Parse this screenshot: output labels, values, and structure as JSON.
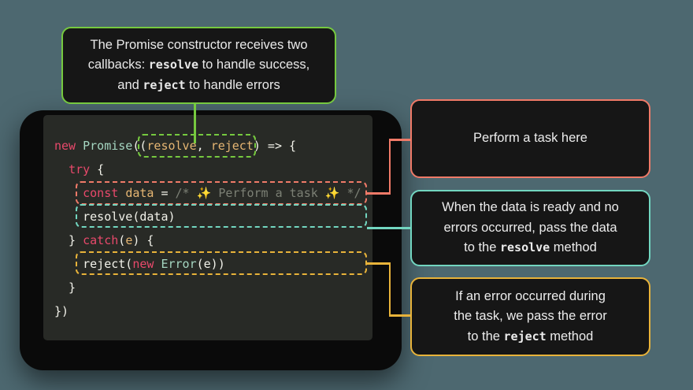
{
  "background_color": "#4d6870",
  "colors": {
    "green": "#76c93f",
    "coral": "#f07a68",
    "teal": "#72d6c0",
    "amber": "#e8b33a",
    "code_bg": "#282a26",
    "window_frame": "#0a0a0a",
    "callout_bg": "#161616"
  },
  "callouts": {
    "top": {
      "line1": "The Promise constructor receives two",
      "line2_a": "callbacks: ",
      "line2_b": "resolve",
      "line2_c": " to handle success,",
      "line3_a": "and ",
      "line3_b": "reject",
      "line3_c": " to handle errors",
      "accent": "#76c93f"
    },
    "task": {
      "line1": "Perform a task here",
      "accent": "#f07a68"
    },
    "resolve": {
      "line1": "When the data is ready and no",
      "line2": "errors occurred, pass the data",
      "line3_a": "to the ",
      "line3_b": "resolve",
      "line3_c": " method",
      "accent": "#72d6c0"
    },
    "reject": {
      "line1": "If an error occurred during",
      "line2": "the task, we pass the error",
      "line3_a": "to the ",
      "line3_b": "reject",
      "line3_c": " method",
      "accent": "#e8b33a"
    }
  },
  "code": {
    "language": "javascript",
    "lines": [
      {
        "n": 1,
        "text": "new Promise((resolve, reject) => {",
        "tokens": [
          {
            "t": "new ",
            "c": "keyword"
          },
          {
            "t": "Promise",
            "c": "class"
          },
          {
            "t": "((",
            "c": "plain"
          },
          {
            "t": "resolve, reject",
            "c": "param"
          },
          {
            "t": ") => {",
            "c": "plain"
          }
        ]
      },
      {
        "n": 2,
        "text": "  try {",
        "tokens": [
          {
            "t": "  ",
            "c": "plain"
          },
          {
            "t": "try",
            "c": "keyword"
          },
          {
            "t": " {",
            "c": "plain"
          }
        ]
      },
      {
        "n": 3,
        "text": "    const data = /* ✨ Perform a task ✨ */",
        "tokens": [
          {
            "t": "    ",
            "c": "plain"
          },
          {
            "t": "const",
            "c": "keyword"
          },
          {
            "t": " ",
            "c": "plain"
          },
          {
            "t": "data",
            "c": "param"
          },
          {
            "t": " = ",
            "c": "plain"
          },
          {
            "t": "/* ✨ Perform a task ✨ */",
            "c": "comment"
          }
        ]
      },
      {
        "n": 4,
        "text": "    resolve(data)",
        "tokens": [
          {
            "t": "    ",
            "c": "plain"
          },
          {
            "t": "resolve(data)",
            "c": "plain"
          }
        ]
      },
      {
        "n": 5,
        "text": "  } catch(e) {",
        "tokens": [
          {
            "t": "  } ",
            "c": "plain"
          },
          {
            "t": "catch",
            "c": "keyword"
          },
          {
            "t": "(",
            "c": "plain"
          },
          {
            "t": "e",
            "c": "param"
          },
          {
            "t": ") {",
            "c": "plain"
          }
        ]
      },
      {
        "n": 6,
        "text": "    reject(new Error(e))",
        "tokens": [
          {
            "t": "    ",
            "c": "plain"
          },
          {
            "t": "reject(",
            "c": "plain"
          },
          {
            "t": "new",
            "c": "keyword"
          },
          {
            "t": " ",
            "c": "plain"
          },
          {
            "t": "Error",
            "c": "class"
          },
          {
            "t": "(e))",
            "c": "plain"
          }
        ]
      },
      {
        "n": 7,
        "text": "  }",
        "tokens": [
          {
            "t": "  }",
            "c": "plain"
          }
        ]
      },
      {
        "n": 8,
        "text": "})",
        "tokens": [
          {
            "t": "})",
            "c": "plain"
          }
        ]
      }
    ]
  },
  "highlights": [
    {
      "name": "params-highlight",
      "accent": "#76c93f",
      "target": "(resolve, reject)"
    },
    {
      "name": "task-highlight",
      "accent": "#f07a68",
      "target": "const data = /* Perform a task */"
    },
    {
      "name": "resolve-highlight",
      "accent": "#72d6c0",
      "target": "resolve(data)"
    },
    {
      "name": "reject-highlight",
      "accent": "#e8b33a",
      "target": "reject(new Error(e))"
    }
  ]
}
